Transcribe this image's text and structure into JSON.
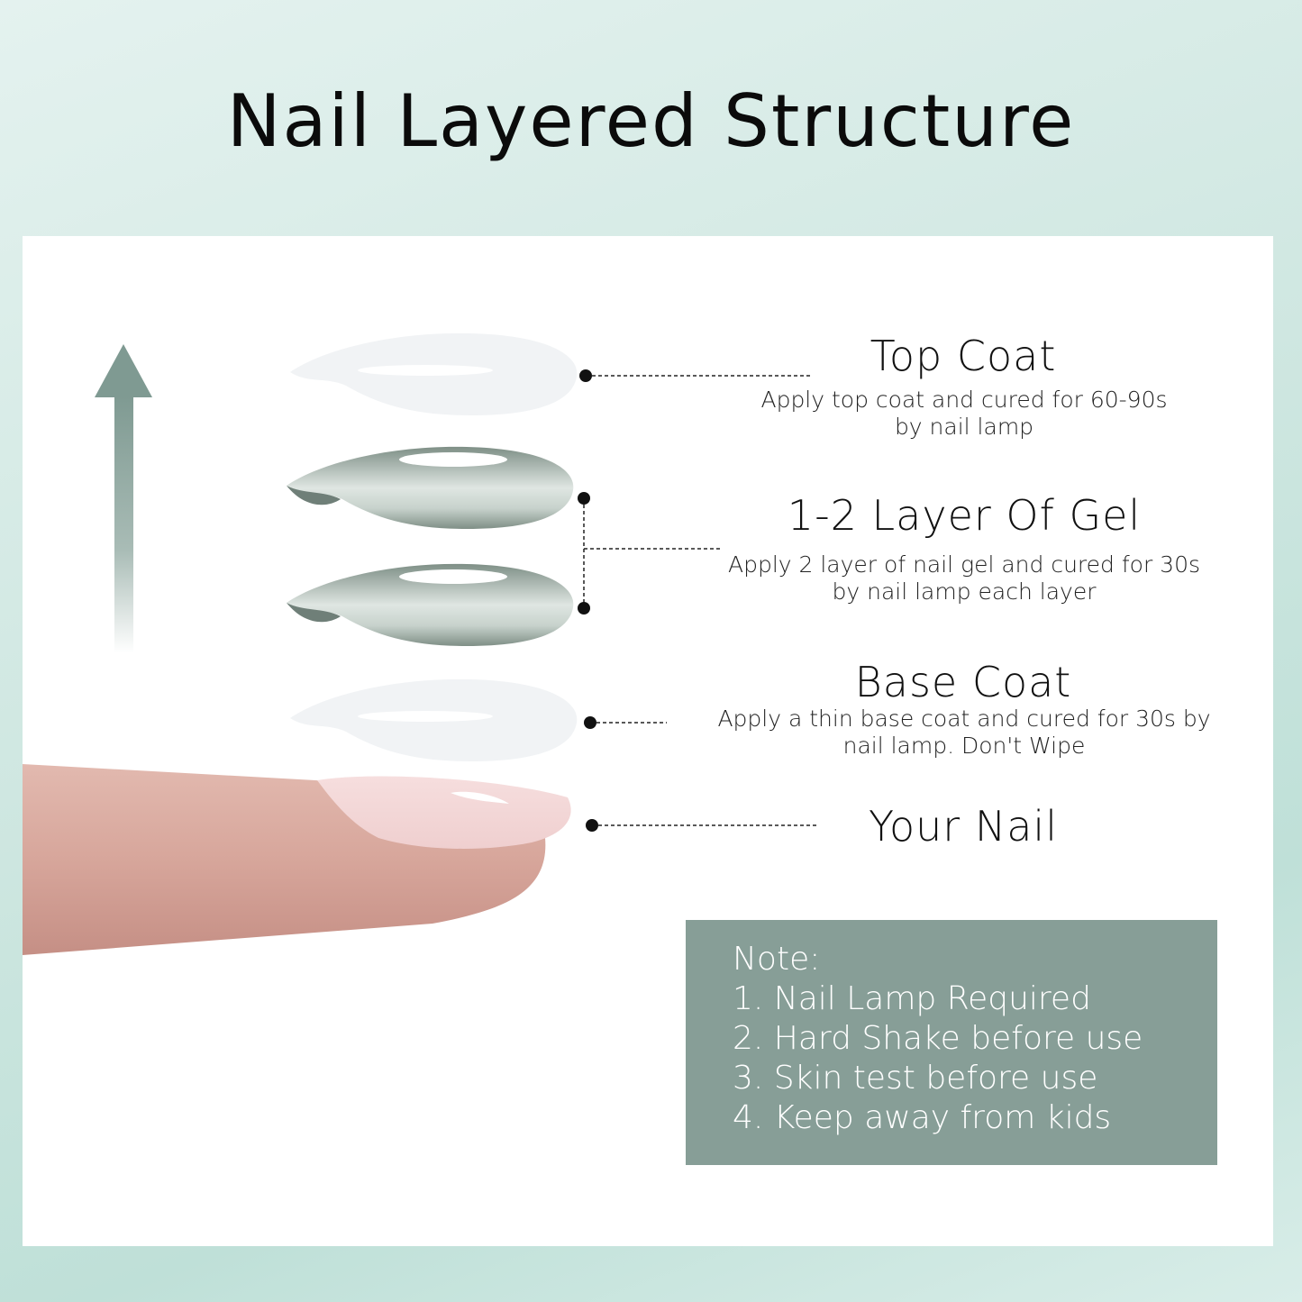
{
  "title": "Nail Layered Structure",
  "layers": [
    {
      "heading": "Top Coat",
      "desc_line1": "Apply top coat and cured for 60-90s",
      "desc_line2": "by nail lamp"
    },
    {
      "heading": "1-2 Layer Of Gel",
      "desc_line1": "Apply 2 layer of nail gel and cured for 30s",
      "desc_line2": "by nail lamp each layer"
    },
    {
      "heading": "Base Coat",
      "desc_line1": "Apply a thin base coat and cured for  30s by",
      "desc_line2": "nail lamp. Don't Wipe"
    },
    {
      "heading": "Your Nail"
    }
  ],
  "note": {
    "title": "Note:",
    "items": [
      "1. Nail Lamp Required",
      "2. Hard Shake before use",
      "3. Skin test before use",
      "4. Keep away from kids"
    ]
  },
  "colors": {
    "accent": "#879e97",
    "arrow": "#7f9a92",
    "background": "#cfe7e1"
  }
}
